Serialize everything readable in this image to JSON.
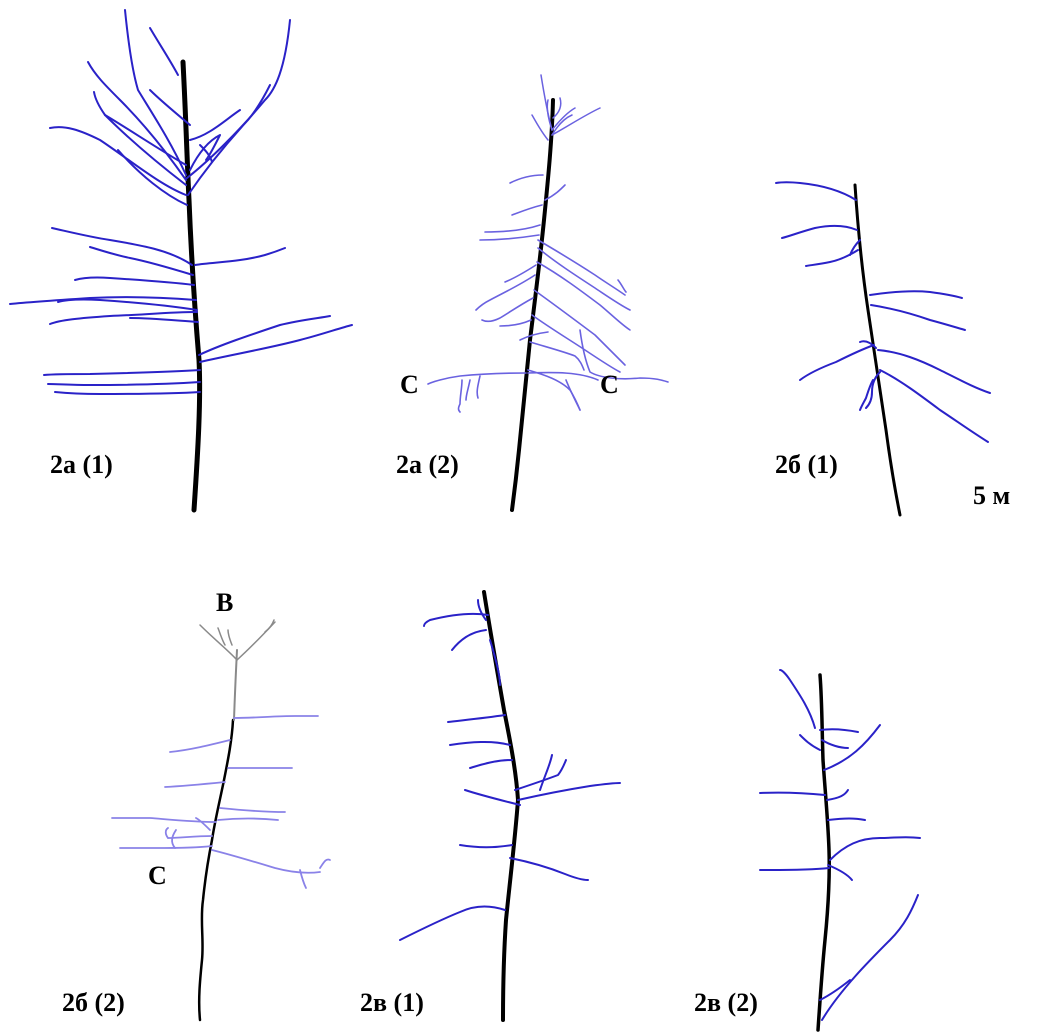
{
  "colors": {
    "stem": "#000000",
    "branch": "#2a22c8",
    "branch_light": "#6a62e0",
    "crown_gray": "#8a8a8a"
  },
  "panels": [
    {
      "id": "2a1",
      "label": "2а (1)"
    },
    {
      "id": "2a2",
      "label": "2а (2)"
    },
    {
      "id": "2b1",
      "label": "2б (1)"
    },
    {
      "id": "2b2",
      "label": "2б (2)"
    },
    {
      "id": "2v1",
      "label": "2в (1)"
    },
    {
      "id": "2v2",
      "label": "2в (2)"
    }
  ],
  "scale_label": "5 м",
  "markers": {
    "c_left_2a2": "C",
    "c_right_2a2": "C",
    "b_top_2b2": "B",
    "c_2b2": "C"
  }
}
